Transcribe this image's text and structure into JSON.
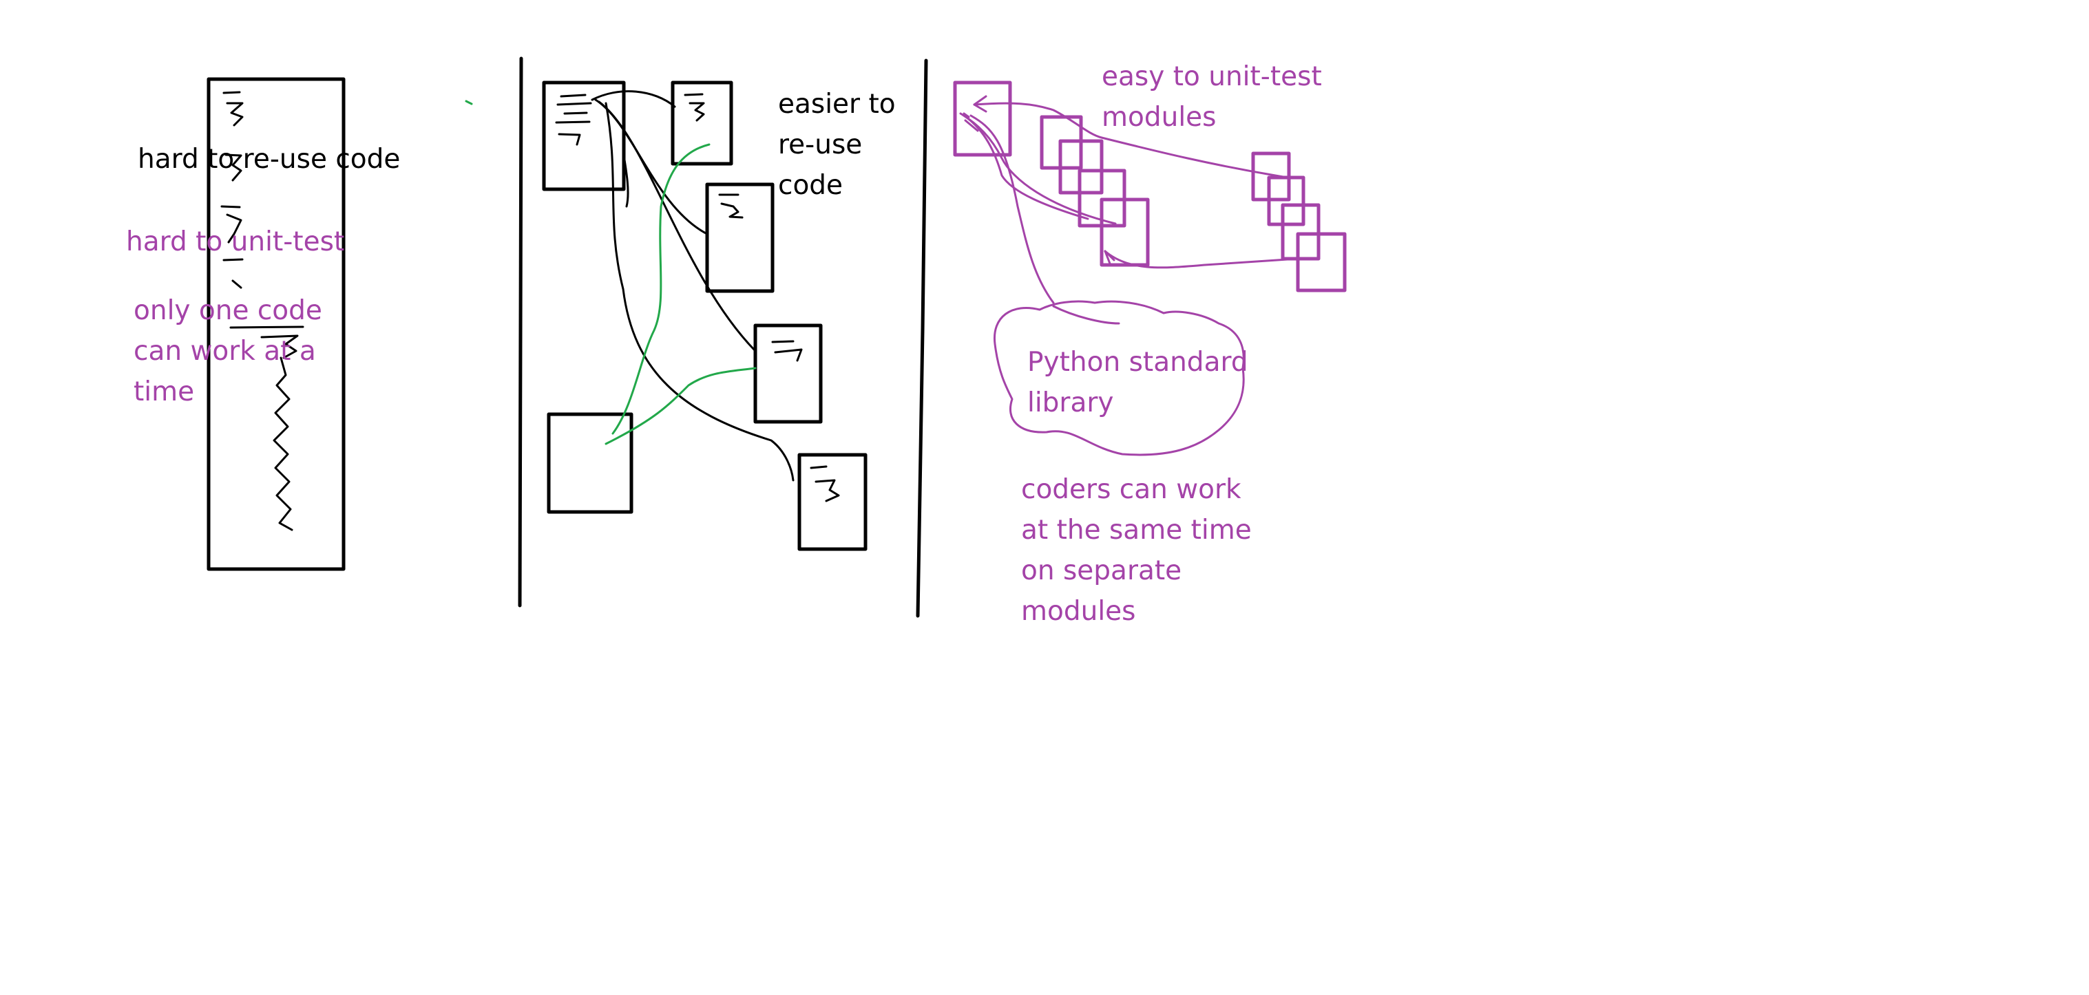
{
  "colors": {
    "ink": "#000000",
    "accent": "#A443A8",
    "link_green": "#22A84A",
    "background": "#FFFFFF"
  },
  "monolith": {
    "reuse": "hard to re-use code",
    "test": "hard to unit-test",
    "work_line1": "only one code",
    "work_line2": "can work at a",
    "work_line3": "time"
  },
  "modular": {
    "reuse_line1": "easier to",
    "reuse_line2": "re-use",
    "reuse_line3": "code"
  },
  "packages": {
    "test_line1": "easy to unit-test",
    "test_line2": "modules",
    "library_line1": "Python standard",
    "library_line2": "library",
    "work_line1": "coders can work",
    "work_line2": "at the same time",
    "work_line3": "on separate",
    "work_line4": "modules"
  }
}
